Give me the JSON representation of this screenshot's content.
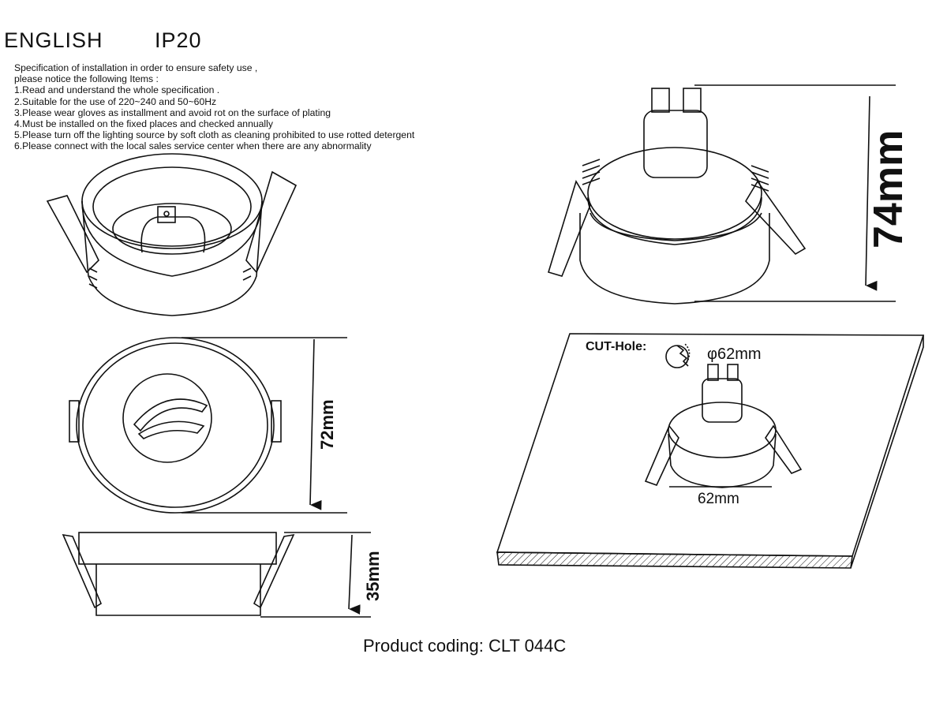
{
  "header": {
    "language": "ENGLISH",
    "rating": "IP20"
  },
  "specification": {
    "intro": [
      "Specification of installation in order to ensure safety use ,",
      "please notice the following Items :"
    ],
    "items": [
      "1.Read and understand the whole specification .",
      "2.Suitable for the use of 220~240 and 50~60Hz",
      "3.Please wear gloves as installment and avoid rot on the surface of plating",
      "4.Must be installed on the fixed places and checked annually",
      "5.Please turn off the lighting source by soft cloth as cleaning prohibited to use rotted detergent",
      "6.Please connect with the local sales service center when there are any abnormality"
    ]
  },
  "dimensions": {
    "diameter": "72mm",
    "depth": "35mm",
    "height": "74mm",
    "cut_hole_label": "CUT-Hole:",
    "cut_hole": "φ62mm",
    "installed_width": "62mm"
  },
  "product": {
    "coding": "Product coding: CLT 044C"
  }
}
